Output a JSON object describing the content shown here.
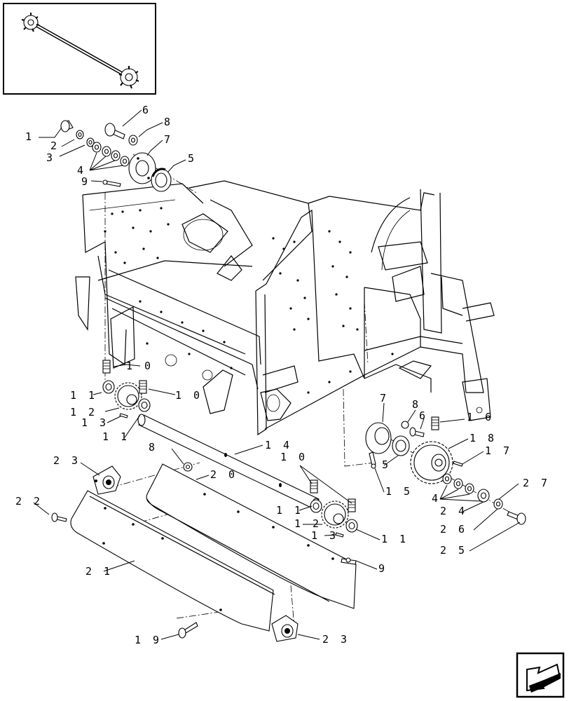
{
  "callouts": [
    {
      "id": "c1a",
      "label": "1"
    },
    {
      "id": "c2a",
      "label": "2"
    },
    {
      "id": "c3a",
      "label": "3"
    },
    {
      "id": "c4a",
      "label": "4"
    },
    {
      "id": "c5a",
      "label": "5"
    },
    {
      "id": "c6a",
      "label": "6"
    },
    {
      "id": "c7a",
      "label": "7"
    },
    {
      "id": "c8a",
      "label": "8"
    },
    {
      "id": "c9a",
      "label": "9"
    },
    {
      "id": "c10a",
      "label": "1 0"
    },
    {
      "id": "c10b",
      "label": "1 0"
    },
    {
      "id": "c11a",
      "label": "1 1"
    },
    {
      "id": "c12a",
      "label": "1 2"
    },
    {
      "id": "c13a",
      "label": "1 3"
    },
    {
      "id": "c11b",
      "label": "1 1"
    },
    {
      "id": "c14",
      "label": "1 4"
    },
    {
      "id": "c8b",
      "label": "8"
    },
    {
      "id": "c23a",
      "label": "2 3"
    },
    {
      "id": "c20",
      "label": "2 0"
    },
    {
      "id": "c22",
      "label": "2 2"
    },
    {
      "id": "c10c",
      "label": "1 0"
    },
    {
      "id": "c11c",
      "label": "1 1"
    },
    {
      "id": "c12b",
      "label": "1 2"
    },
    {
      "id": "c13b",
      "label": "1 3"
    },
    {
      "id": "c11d",
      "label": "1 1"
    },
    {
      "id": "c9b",
      "label": "9"
    },
    {
      "id": "c21",
      "label": "2 1"
    },
    {
      "id": "c19",
      "label": "1 9"
    },
    {
      "id": "c23b",
      "label": "2 3"
    },
    {
      "id": "c7b",
      "label": "7"
    },
    {
      "id": "c8c",
      "label": "8"
    },
    {
      "id": "c6b",
      "label": "6"
    },
    {
      "id": "c16",
      "label": "1 6"
    },
    {
      "id": "c18",
      "label": "1 8"
    },
    {
      "id": "c17",
      "label": "1 7"
    },
    {
      "id": "c5b",
      "label": "5"
    },
    {
      "id": "c15",
      "label": "1 5"
    },
    {
      "id": "c27",
      "label": "2 7"
    },
    {
      "id": "c4b",
      "label": "4"
    },
    {
      "id": "c24",
      "label": "2 4"
    },
    {
      "id": "c26",
      "label": "2 6"
    },
    {
      "id": "c25",
      "label": "2 5"
    }
  ],
  "icons": {
    "inset": "shaft-assembly-thumbnail-icon",
    "nav": "next-page-arrow-icon"
  }
}
